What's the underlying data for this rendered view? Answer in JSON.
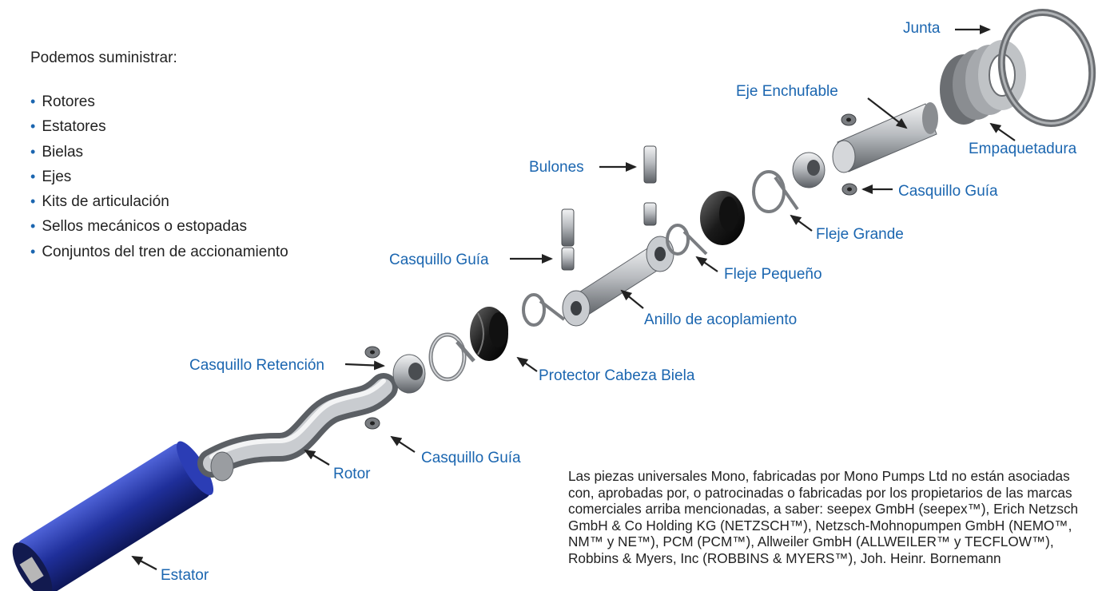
{
  "intro": "Podemos suministrar:",
  "items": [
    "Rotores",
    "Estatores",
    "Bielas",
    "Ejes",
    "Kits de articulación",
    "Sellos mecánicos o estopadas",
    "Conjuntos del tren de accionamiento"
  ],
  "labels": {
    "junta": "Junta",
    "eje_enchufable": "Eje Enchufable",
    "empaquetadura": "Empaquetadura",
    "bulones": "Bulones",
    "casquillo_guia_right": "Casquillo Guía",
    "fleje_grande": "Fleje Grande",
    "casquillo_guia_mid": "Casquillo Guía",
    "fleje_pequeno": "Fleje Pequeño",
    "anillo": "Anillo de acoplamiento",
    "casquillo_retencion": "Casquillo Retención",
    "protector": "Protector Cabeza Biela",
    "casquillo_guia_low": "Casquillo Guía",
    "rotor": "Rotor",
    "estator": "Estator"
  },
  "disclaimer": "Las piezas universales Mono, fabricadas por Mono Pumps Ltd no están asociadas con, aprobadas por, o patrocinadas o fabricadas por los propietarios de las marcas comerciales arriba mencionadas, a saber: seepex GmbH (seepex™), Erich Netzsch GmbH & Co Holding KG (NETZSCH™), Netzsch-Mohnopumpen GmbH (NEMO™, NM™ y NE™), PCM (PCM™), Allweiler GmbH (ALLWEILER™ y TECFLOW™), Robbins & Myers, Inc (ROBBINS & MYERS™), Joh. Heinr. Bornemann",
  "colors": {
    "label": "#1b66b0",
    "stator": "#1f2f9a",
    "metal": "#b9bcc0"
  }
}
